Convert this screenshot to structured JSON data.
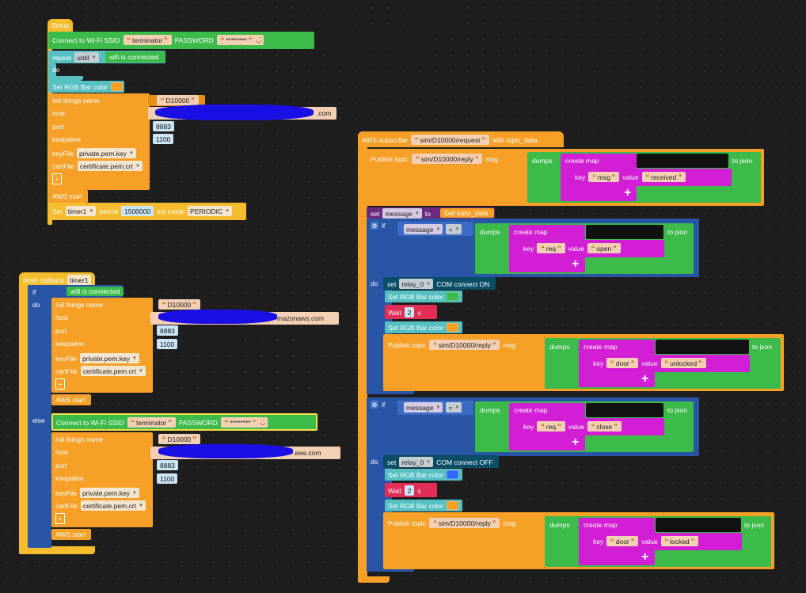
{
  "setup": {
    "header": "Setup",
    "wifi_label": "Connect to Wi-Fi SSID",
    "ssid": "terminator",
    "password_label": "PASSWORD",
    "password": "********",
    "repeat_label": "repeat",
    "repeat_mode": "until",
    "wifi_connected": "wifi is connected",
    "do_label": "do",
    "rgb_label": "Set RGB Bar color",
    "rgb_color": "#f7a028",
    "init_label": "Init things name",
    "thing_name": "D10000",
    "host_label": "host",
    "host_suffix": ".com",
    "port_label": "port",
    "port": "8883",
    "keepalive_label": "keepalive",
    "keepalive": "1100",
    "keyfile_label": "keyFile",
    "keyfile": "private.pem.key",
    "certfile_label": "certFile",
    "certfile": "certificate.pem.crt",
    "aws_start": "AWS start",
    "set_label": "Set",
    "timer": "timer1",
    "period_label": "period",
    "period": "1500000",
    "ms_mode_label": "ms mode",
    "ms_mode": "PERIODIC"
  },
  "callback": {
    "header": "timer callback",
    "timer": "timer1",
    "if_label": "if",
    "do_label": "do",
    "else_label": "else",
    "wifi_connected": "wifi is connected",
    "init_label": "Init things name",
    "thing_name": "D10000",
    "host_label": "host",
    "host_suffix_1": "mazonaws.com",
    "host_suffix_2": "aws.com",
    "port_label": "port",
    "port": "8883",
    "keepalive_label": "keepalive",
    "keepalive": "1100",
    "keyfile_label": "keyFile",
    "keyfile": "private.pem.key",
    "certfile_label": "certFile",
    "certfile": "certificate.pem.crt",
    "aws_start": "AWS start",
    "wifi_label": "Connect to Wi-Fi SSID",
    "ssid": "terminator",
    "password_label": "PASSWORD",
    "password": "********"
  },
  "aws": {
    "header": "AWS subscribe",
    "topic": "sim/D10000/request",
    "with_topic_data": "with topic_data",
    "publish_label": "Publish topic",
    "reply_topic": "sim/D10000/reply",
    "msg_label": "msg",
    "dumps_label": "dumps",
    "create_map": "create map",
    "to_json": "to json",
    "key_label": "key",
    "value_label": "value",
    "key_msg": "msg",
    "val_received": "received",
    "set_label": "set",
    "var_message": "message",
    "to_label": "to",
    "get_topic_data": "Get topic_data",
    "if_label": "if",
    "do_label": "do",
    "eq": "=",
    "key_req": "req",
    "val_open": "open",
    "val_close": "close",
    "relay": "relay_0",
    "com_on": "COM connect ON",
    "com_off": "COM connect OFF",
    "rgb_label": "Set RGB Bar color",
    "rgb_green": "#3cba4a",
    "rgb_orange": "#f7a028",
    "rgb_blue": "#2f6bff",
    "wait_label": "Wait",
    "wait_val": "2",
    "s_label": "s",
    "key_door": "door",
    "val_unlocked": "unlocked",
    "val_locked": "locked"
  }
}
